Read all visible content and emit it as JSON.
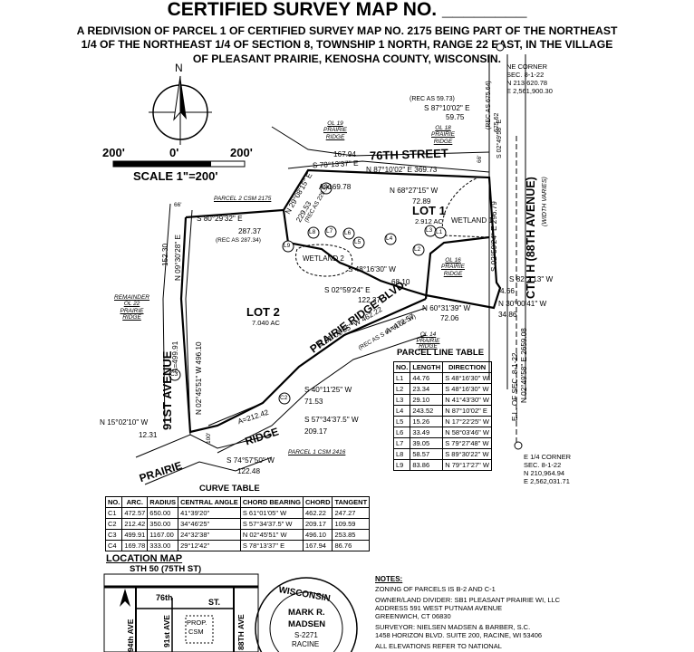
{
  "header": {
    "title": "CERTIFIED SURVEY MAP NO. ________",
    "subtitle": "A REDIVISION OF PARCEL 1 OF CERTIFIED SURVEY MAP NO. 2175 BEING PART OF THE NORTHEAST 1/4 OF THE NORTHEAST 1/4 OF SECTION 8, TOWNSHIP 1 NORTH, RANGE 22 EAST, IN THE VILLAGE OF PLEASANT PRAIRIE, KENOSHA COUNTY, WISCONSIN."
  },
  "north_arrow": {
    "label": "N"
  },
  "scale": {
    "left": "200'",
    "center": "0'",
    "right": "200'",
    "label": "SCALE 1\"=200'"
  },
  "ne_corner": {
    "l1": "NE CORNER",
    "l2": "SEC. 8-1-22",
    "l3": "N 213,620.78",
    "l4": "E 2,561,900.30"
  },
  "e_quarter": {
    "l1": "E 1/4 CORNER",
    "l2": "SEC. 8-1-22",
    "l3": "N 210,964.94",
    "l4": "E 2,562,031.71"
  },
  "streets": {
    "street_76": "76TH STREET",
    "cth_h": "CTH H (88TH AVENUE)",
    "cth_h_sub": "(WIDTH VARIES)",
    "ave_91": "91ST AVENUE",
    "prairie_ridge_blvd": "PRAIRIE RIDGE BLVD.",
    "prairie": "PRAIRIE",
    "ridge": "RIDGE"
  },
  "lots": {
    "lot1": "LOT 1",
    "lot1_area": "2.912 AC",
    "lot2": "LOT 2",
    "lot2_area": "7.040 AC",
    "wetland1": "WETLAND 1",
    "wetland2": "WETLAND 2"
  },
  "outlots": {
    "ol19": [
      "OL 19",
      "PRAIRIE",
      "RIDGE"
    ],
    "ol18": [
      "OL 18",
      "PRAIRIE",
      "RIDGE"
    ],
    "ol16": [
      "OL 16",
      "PRAIRIE",
      "RIDGE"
    ],
    "ol22": [
      "REMAINDER",
      "OL 22",
      "PRAIRIE",
      "RIDGE"
    ],
    "ol14": "OL 14 PRAIRIE RIDGE",
    "parcel2": "PARCEL 2 CSM 2175",
    "parcel1": "PARCEL 1 CSM 2416"
  },
  "bearings": {
    "b1": "S 78°13'37\" E",
    "b1d": "167.94",
    "b2": "N 87°10'02\" E 369.73",
    "b3": "(REC AS 59.73)",
    "b4": "S 87°10'02\" E",
    "b4d": "59.75",
    "b5": "(REC AS 675.64)",
    "b6": "675.62",
    "b7": "S 02°49'58\" E",
    "b8": "A=169.78",
    "b9": "N 68°27'15\" W",
    "b9d": "72.89",
    "b10": "S 80°29'32\" E",
    "b10d": "287.37",
    "b10r": "(REC AS 287.34)",
    "b11": "N 29°08'15\" E",
    "b11d": "229.53",
    "b11r": "(REC AS 229.52)",
    "b12": "S 02°59'24\" E 296.79",
    "b13": "S 82°2'13\" W",
    "b13d": "4.66",
    "b14": "N 30°00'41\" W",
    "b14d": "34.86",
    "b15": "S 48°16'30\" W",
    "b15d": "68.10",
    "b16": "S 02°59'24\" E",
    "b16d": "122.37",
    "b17": "N 60°31'39\" W",
    "b17d": "72.06",
    "b18": "A=472.57",
    "b19": "S 61°01'05\" W 462.22",
    "b19r": "(REC AS S 61°01'06\" W)",
    "b20": "S 40°11'25\" W",
    "b20d": "71.53",
    "b21": "S 57°34'37.5\" W",
    "b21d": "209.17",
    "b22": "A=212.42",
    "b23": "S 74°57'50\" W",
    "b23d": "122.48",
    "b24": "N 15°02'10\" W",
    "b24d": "12.31",
    "b25": "N 02°45'51\" W 496.10",
    "b26": "N 09°30'28\" E",
    "b26d": "152.30",
    "b27": "A=499.91",
    "b28": "66'",
    "b29": "100'",
    "b30": "66'",
    "b31": "E.L. OF SEC. 8-1-22",
    "b32": "N 02°49'58\" E 2659.08"
  },
  "line_labels": [
    "L1",
    "L2",
    "L3",
    "L4",
    "L5",
    "L6",
    "L7",
    "L8",
    "L9"
  ],
  "curve_labels": [
    "C1",
    "C2",
    "C3",
    "C4"
  ],
  "parcel_table": {
    "title": "PARCEL LINE TABLE",
    "headers": [
      "NO.",
      "LENGTH",
      "DIRECTION"
    ],
    "rows": [
      [
        "L1",
        "44.76",
        "S 48°16'30\" W"
      ],
      [
        "L2",
        "23.34",
        "S 48°16'30\" W"
      ],
      [
        "L3",
        "29.10",
        "N 41°43'30\" W"
      ],
      [
        "L4",
        "243.52",
        "N 87°10'02\" E"
      ],
      [
        "L5",
        "15.26",
        "N 17°22'25\" W"
      ],
      [
        "L6",
        "33.49",
        "N 58°03'46\" W"
      ],
      [
        "L7",
        "39.05",
        "S 79°27'48\" W"
      ],
      [
        "L8",
        "58.57",
        "S 89°30'22\" W"
      ],
      [
        "L9",
        "83.86",
        "N 79°17'27\" W"
      ]
    ]
  },
  "curve_table": {
    "title": "CURVE TABLE",
    "headers": [
      "NO.",
      "ARC.",
      "RADIUS",
      "CENTRAL ANGLE",
      "CHORD BEARING",
      "CHORD",
      "TANGENT"
    ],
    "rows": [
      [
        "C1",
        "472.57",
        "650.00",
        "41°39'20\"",
        "S 61°01'05\" W",
        "462.22",
        "247.27"
      ],
      [
        "C2",
        "212.42",
        "350.00",
        "34°46'25\"",
        "S 57°34'37.5\" W",
        "209.17",
        "109.59"
      ],
      [
        "C3",
        "499.91",
        "1167.00",
        "24°32'38\"",
        "N 02°45'51\" W",
        "496.10",
        "253.85"
      ],
      [
        "C4",
        "169.78",
        "333.00",
        "29°12'42\"",
        "S 78°13'37\" E",
        "167.94",
        "86.76"
      ]
    ]
  },
  "location_map": {
    "title": "LOCATION MAP",
    "sth": "STH 50 (75TH ST)",
    "st76": "76th",
    "st": "ST.",
    "ave94": "94th AVE",
    "ave91": "91st AVE",
    "ave88": "88TH AVE",
    "prop": "PROP.",
    "csm": "CSM"
  },
  "seal": {
    "top": "WISCONSIN",
    "name1": "MARK R.",
    "name2": "MADSEN",
    "num": "S-2271",
    "city": "RACINE"
  },
  "notes": {
    "title": "NOTES:",
    "zoning": "ZONING OF PARCELS IS B-2  AND C-1",
    "owner1": "OWNER/LAND DIVIDER: SB1 PLEASANT PRAIRIE WI, LLC",
    "owner2": "ADDRESS 591 WEST PUTNAM AVENUE",
    "owner3": "GREENWICH, CT 06830",
    "surveyor1": "SURVEYOR: NIELSEN MADSEN & BARBER, S.C.",
    "surveyor2": "1458 HORIZON BLVD. SUITE 200, RACINE, WI 53406",
    "elev": "ALL ELEVATIONS REFER TO NATIONAL"
  }
}
